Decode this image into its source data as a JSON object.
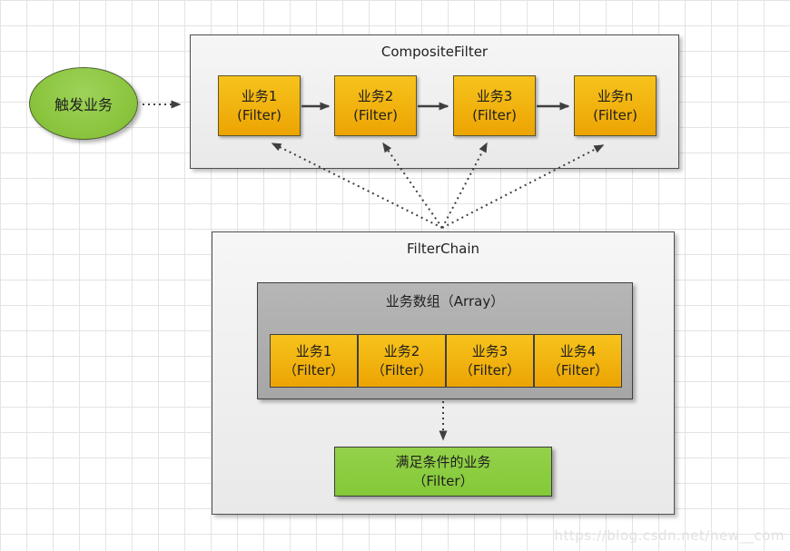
{
  "watermark": {
    "text": "https://blog.csdn.net/new__com"
  },
  "trigger": {
    "label": "触发业务"
  },
  "composite_filter": {
    "title": "CompositeFilter",
    "filters": [
      {
        "name": "业务1",
        "sub": "(Filter)"
      },
      {
        "name": "业务2",
        "sub": "(Filter)"
      },
      {
        "name": "业务3",
        "sub": "(Filter)"
      },
      {
        "name": "业务n",
        "sub": "(Filter)"
      }
    ]
  },
  "filter_chain": {
    "title": "FilterChain",
    "array": {
      "title": "业务数组（Array）",
      "filters": [
        {
          "name": "业务1",
          "sub": "（Filter）"
        },
        {
          "name": "业务2",
          "sub": "（Filter）"
        },
        {
          "name": "业务3",
          "sub": "（Filter）"
        },
        {
          "name": "业务4",
          "sub": "（Filter）"
        }
      ]
    },
    "result": {
      "name": "满足条件的业务",
      "sub": "（Filter）"
    }
  },
  "colors": {
    "node_orange": "#F2AE06",
    "node_green": "#8CC63F",
    "container_fill": "#EFEFEF",
    "array_fill": "#ABABAB",
    "connector": "#3F3F3F",
    "grid_line": "#E3E3E3"
  }
}
